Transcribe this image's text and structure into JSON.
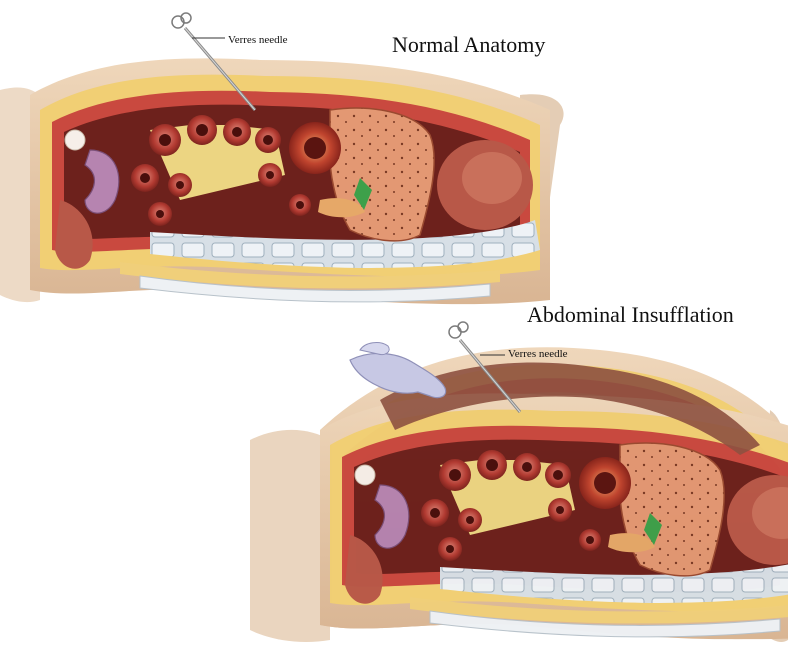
{
  "panels": {
    "normal": {
      "title": "Normal Anatomy",
      "needle_label": "Verres needle"
    },
    "insufflation": {
      "title": "Abdominal Insufflation",
      "needle_label": "Verres needle"
    }
  },
  "colors": {
    "skin": "#e9c9a6",
    "fat": "#f2d27a",
    "muscle": "#c8463f",
    "cavity": "#6b1f1b",
    "gas_space": "#8a5142",
    "liver": "#e2936f",
    "bowel": "#a8322b",
    "mesentery": "#f5e08a",
    "uterus": "#b684b0",
    "spine": "#c9d4dc",
    "glove": "#c7c8e4"
  },
  "icons": [
    "verres-needle-icon",
    "gloved-hand-icon"
  ]
}
